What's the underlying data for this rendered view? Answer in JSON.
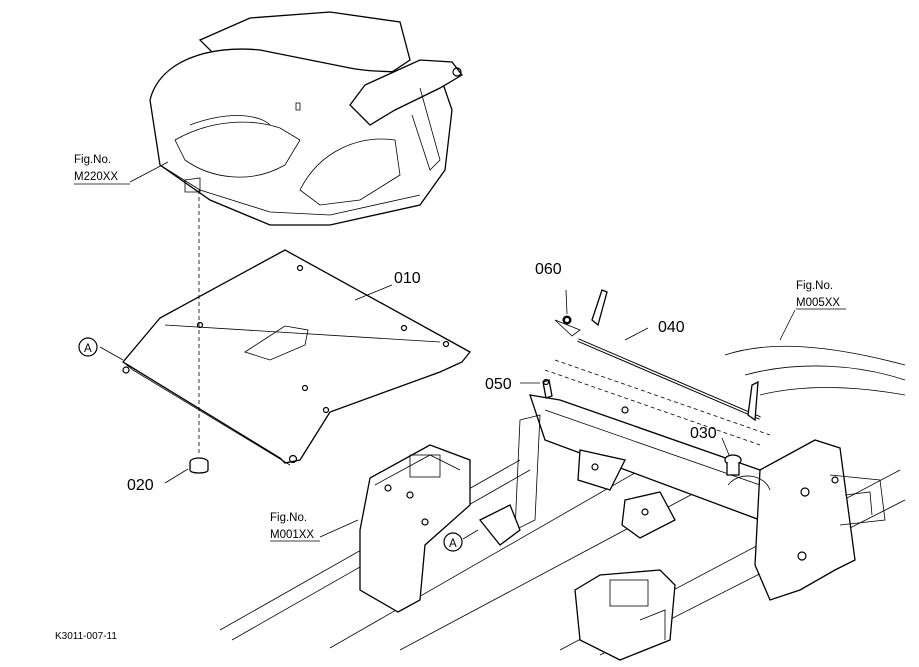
{
  "callouts": {
    "p010": "010",
    "p020": "020",
    "p030": "030",
    "p040": "040",
    "p050": "050",
    "p060": "060"
  },
  "references": {
    "seat": {
      "fig": "Fig.No.",
      "code": "M220XX"
    },
    "frame_left": {
      "fig": "Fig.No.",
      "code": "M001XX"
    },
    "frame_right": {
      "fig": "Fig.No.",
      "code": "M005XX"
    }
  },
  "markers": {
    "a_top": "A",
    "a_bottom": "A"
  },
  "footer": {
    "drawing_code": "K3011-007-11"
  }
}
